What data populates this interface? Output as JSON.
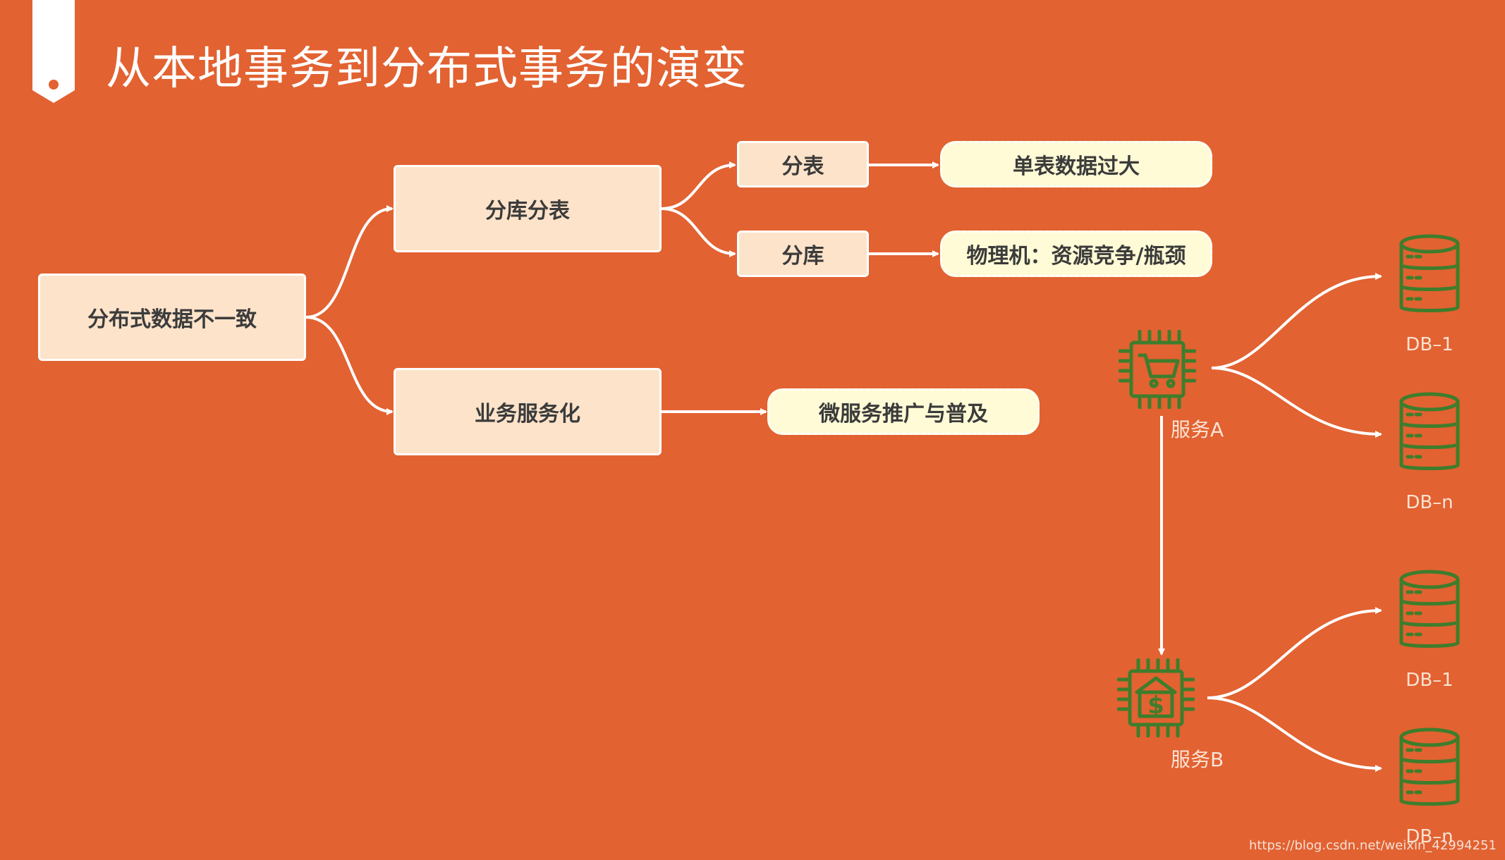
{
  "title": "从本地事务到分布式事务的演变",
  "colors": {
    "background": "#E26231",
    "node_fill": "#FDE3CA",
    "leaf_fill": "#FFFBD6",
    "icon_green": "#3E7D2C",
    "line": "#FFFFFF"
  },
  "mindmap": {
    "root": "分布式数据不一致",
    "branch_sharding": {
      "label": "分库分表",
      "children": [
        {
          "label": "分表",
          "note": "单表数据过大"
        },
        {
          "label": "分库",
          "note": "物理机：资源竞争/瓶颈"
        }
      ]
    },
    "branch_service": {
      "label": "业务服务化",
      "note": "微服务推广与普及"
    }
  },
  "services": {
    "service_a": {
      "label": "服务A",
      "icon": "shopping-cart-chip-icon",
      "dbs": [
        "DB–1",
        "DB–n"
      ]
    },
    "service_b": {
      "label": "服务B",
      "icon": "bank-dollar-chip-icon",
      "dbs": [
        "DB–1",
        "DB–n"
      ]
    }
  },
  "watermark": "https://blog.csdn.net/weixin_42994251"
}
